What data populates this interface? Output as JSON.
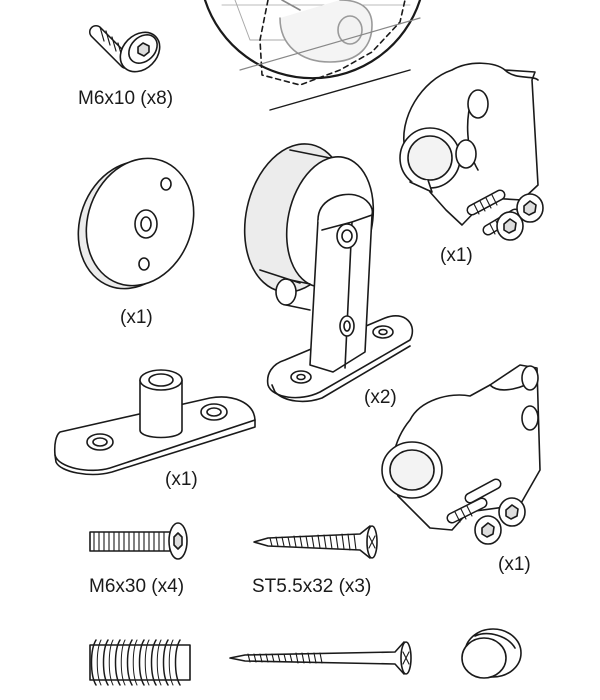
{
  "labels": {
    "screw_m6x10": "M6x10 (x8)",
    "disc_qty": "(x1)",
    "roller_qty": "(x2)",
    "bracket_top_qty": "(x1)",
    "plate_qty": "(x1)",
    "bracket_bottom_qty": "(x1)",
    "screw_m6x30": "M6x30 (x4)",
    "screw_st55x32": "ST5.5x32 (x3)"
  },
  "colors": {
    "line": "#1a1a1a",
    "fill": "#ffffff",
    "shade": "#ececec",
    "dark_shade": "#d4d4d4"
  }
}
